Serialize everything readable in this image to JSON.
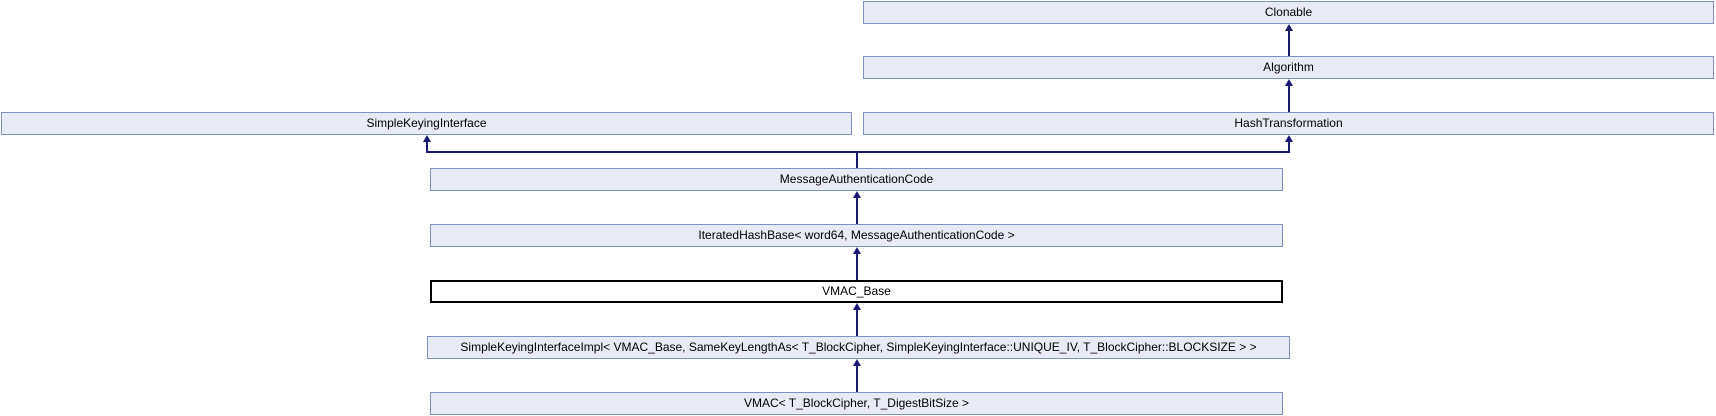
{
  "diagram": {
    "kind": "class-inheritance-graph",
    "current_class": "VMAC_Base",
    "colors": {
      "node_fill": "#E8EBF5",
      "node_border": "#8090C0",
      "current_node_fill": "#FFFFFF",
      "current_node_border": "#000000",
      "arrow": "#191970",
      "text": "#000000",
      "background": "#FFFFFF"
    },
    "nodes": [
      {
        "id": "clonable",
        "label": "Clonable"
      },
      {
        "id": "algorithm",
        "label": "Algorithm"
      },
      {
        "id": "simple-keying-interface",
        "label": "SimpleKeyingInterface"
      },
      {
        "id": "hash-transformation",
        "label": "HashTransformation"
      },
      {
        "id": "message-authentication-code",
        "label": "MessageAuthenticationCode"
      },
      {
        "id": "iterated-hash-base",
        "label": "IteratedHashBase< word64, MessageAuthenticationCode >"
      },
      {
        "id": "vmac-base",
        "label": "VMAC_Base",
        "current": true
      },
      {
        "id": "simple-keying-interface-impl",
        "label": "SimpleKeyingInterfaceImpl< VMAC_Base, SameKeyLengthAs< T_BlockCipher, SimpleKeyingInterface::UNIQUE_IV, T_BlockCipher::BLOCKSIZE > >"
      },
      {
        "id": "vmac",
        "label": "VMAC< T_BlockCipher, T_DigestBitSize >"
      }
    ],
    "edges": [
      {
        "from": "Algorithm",
        "to": "Clonable"
      },
      {
        "from": "HashTransformation",
        "to": "Algorithm"
      },
      {
        "from": "MessageAuthenticationCode",
        "to": "SimpleKeyingInterface"
      },
      {
        "from": "MessageAuthenticationCode",
        "to": "HashTransformation"
      },
      {
        "from": "IteratedHashBase< word64, MessageAuthenticationCode >",
        "to": "MessageAuthenticationCode"
      },
      {
        "from": "VMAC_Base",
        "to": "IteratedHashBase< word64, MessageAuthenticationCode >"
      },
      {
        "from": "SimpleKeyingInterfaceImpl< VMAC_Base, SameKeyLengthAs< T_BlockCipher, SimpleKeyingInterface::UNIQUE_IV, T_BlockCipher::BLOCKSIZE > >",
        "to": "VMAC_Base"
      },
      {
        "from": "VMAC< T_BlockCipher, T_DigestBitSize >",
        "to": "SimpleKeyingInterfaceImpl< VMAC_Base, SameKeyLengthAs< T_BlockCipher, SimpleKeyingInterface::UNIQUE_IV, T_BlockCipher::BLOCKSIZE > >"
      }
    ]
  }
}
